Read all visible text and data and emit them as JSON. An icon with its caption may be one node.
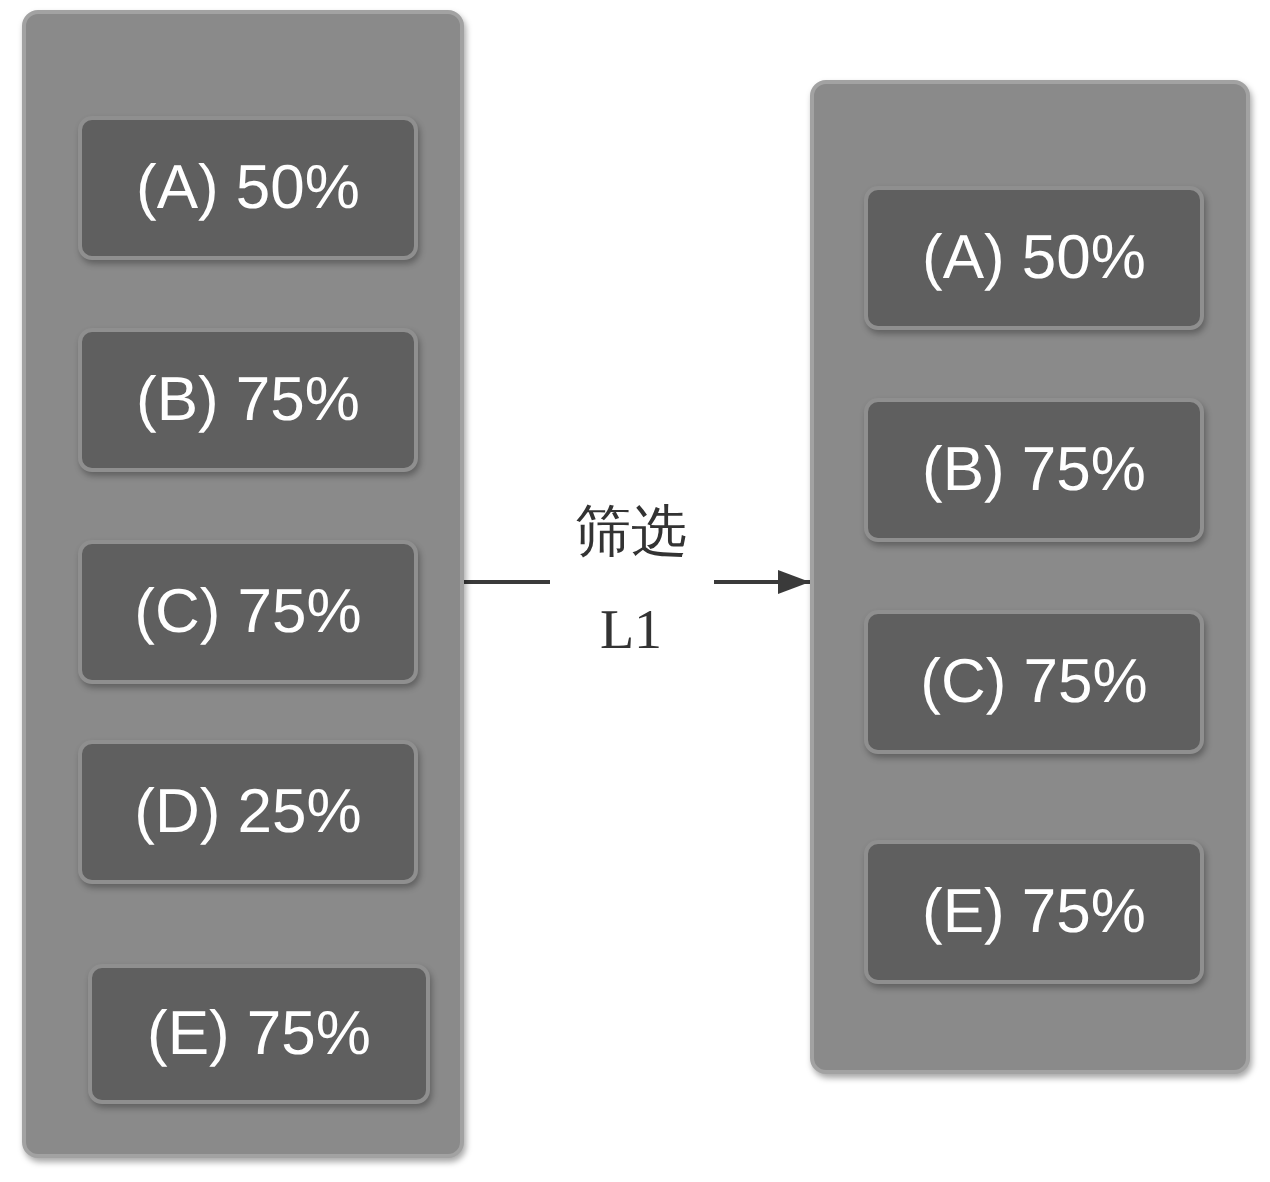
{
  "diagram": {
    "nodes": [
      {
        "text": [],
        "shape": "box"
      },
      {
        "text": [
          "(A) 50%"
        ],
        "in": 0
      },
      {
        "text": [
          "(B) 75%"
        ],
        "in": 0
      },
      {
        "text": [
          "(C) 75%"
        ],
        "in": 0
      },
      {
        "text": [
          "(D) 25%"
        ],
        "in": 0
      },
      {
        "text": [
          "(E) 75%"
        ],
        "in": 0
      },
      {
        "text": [],
        "shape": "box"
      },
      {
        "text": [
          "(A) 50%"
        ],
        "in": 6
      },
      {
        "text": [
          "(B) 75%"
        ],
        "in": 6
      },
      {
        "text": [
          "(C) 75%"
        ],
        "in": 6
      },
      {
        "text": [
          "(E) 75%"
        ],
        "in": 6
      }
    ],
    "edges": [
      {
        "from": 0,
        "to": 6,
        "arrow": "to",
        "label": "筛选 L1"
      }
    ]
  }
}
